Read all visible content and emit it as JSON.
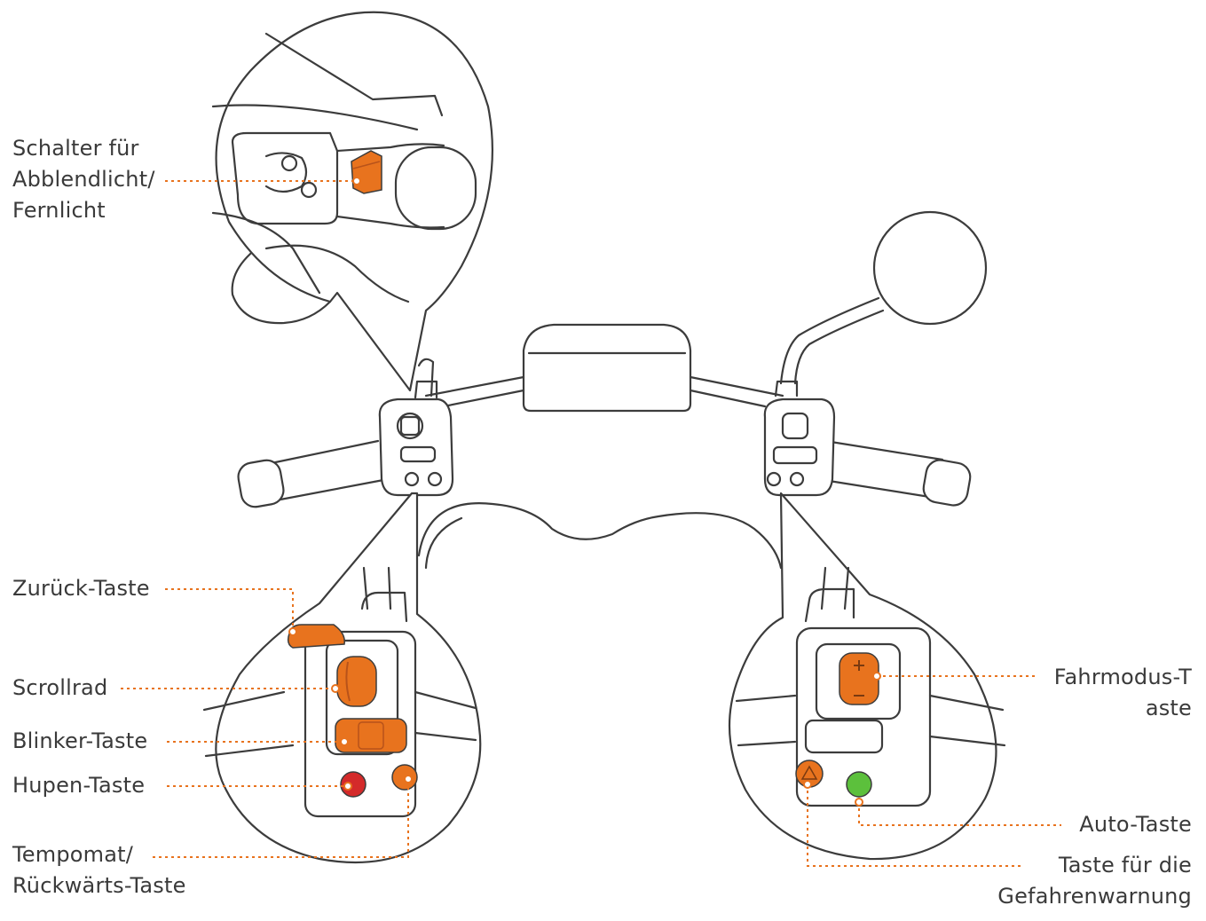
{
  "labels": {
    "abblendlicht": [
      "Schalter für",
      "Abblendlicht/",
      "Fernlicht"
    ],
    "zurueck": "Zurück-Taste",
    "scrollrad": "Scrollrad",
    "blinker": "Blinker-Taste",
    "hupen": "Hupen-Taste",
    "tempomat": [
      "Tempomat/",
      "Rückwärts-Taste"
    ],
    "fahrmodus": [
      "Fahrmodus-T",
      "aste"
    ],
    "auto": "Auto-Taste",
    "gefahrenwarnung": [
      "Taste für die",
      "Gefahrenwarnung"
    ]
  },
  "colors": {
    "line": "#3c3c3c",
    "orange": "#e8731e",
    "orange_dark": "#b8531a",
    "red": "#d42a2a",
    "green": "#5cc03c",
    "leader": "#e8731e",
    "text": "#3a3a3a"
  },
  "icons": [
    "low-high-beam-switch",
    "back-button",
    "scroll-wheel",
    "turn-signal-button",
    "horn-button",
    "cruise-reverse-button",
    "drive-mode-button",
    "hazard-button",
    "auto-button"
  ]
}
